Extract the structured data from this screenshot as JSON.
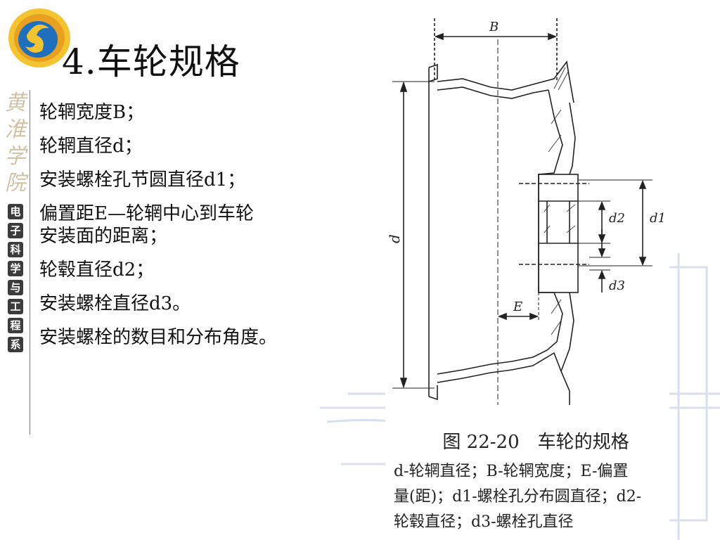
{
  "slide": {
    "title": "4.车轮规格",
    "side_calligraphy": [
      "黄",
      "淮",
      "学",
      "院"
    ],
    "side_department": [
      "电",
      "子",
      "科",
      "学",
      "与",
      "工",
      "程",
      "系"
    ],
    "bullets": [
      "轮辋宽度B；",
      "轮辋直径d；",
      "安装螺栓孔节圆直径d1；",
      "偏置距E—轮辋中心到车轮安装面的距离；",
      "轮毂直径d2；",
      "安装螺栓直径d3。",
      "安装螺栓的数目和分布角度。"
    ]
  },
  "figure": {
    "labels": {
      "B": "B",
      "d": "d",
      "d1": "d1",
      "d2": "d2",
      "d3": "d3",
      "E": "E"
    },
    "caption_title": "图 22-20　车轮的规格",
    "caption_lines": [
      "d-轮辋直径；B-轮辋宽度；E-偏置",
      "量(距)；d1-螺栓孔分布圆直径；d2-",
      "轮毂直径；d3-螺栓孔直径"
    ]
  },
  "colors": {
    "logo_outer": "#e8a020",
    "logo_inner": "#1f6fbf",
    "side_dept_bg": "#3c3c3c"
  }
}
